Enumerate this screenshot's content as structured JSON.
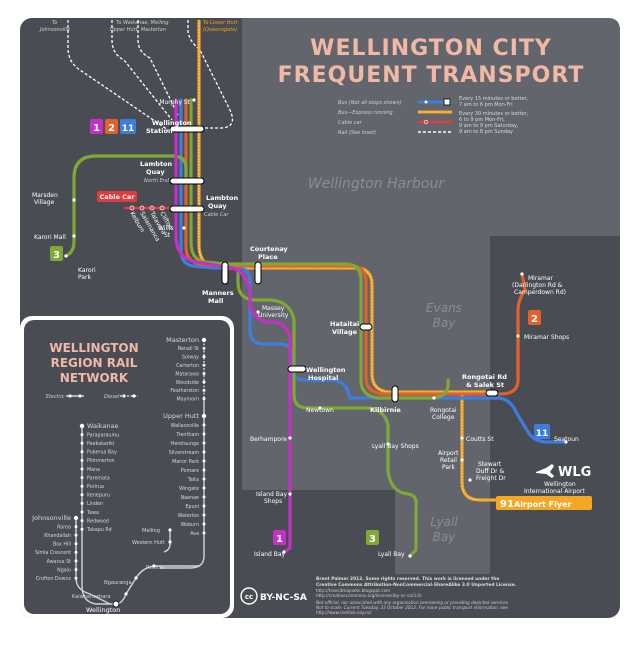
{
  "title": {
    "line1": "WELLINGTON CITY",
    "line2": "FREQUENT TRANSPORT"
  },
  "colors": {
    "background": "#4a4c53",
    "sea": "#62656c",
    "title": "#f2b8a6",
    "route1": "#c431c4",
    "route2": "#e0622a",
    "route3": "#7fa834",
    "route11": "#3d7de0",
    "express": "#f0a21c",
    "cable": "#e33b3b",
    "airport_flyer": "#f5a623"
  },
  "routes": [
    {
      "id": "route-1",
      "label": "1"
    },
    {
      "id": "route-2",
      "label": "2"
    },
    {
      "id": "route-11",
      "label": "11"
    },
    {
      "id": "route-3",
      "label": "3"
    }
  ],
  "legend": {
    "bus": "Bus (Not all stops shown)",
    "express": "Bus—Express running",
    "cable": "Cable car",
    "rail": "Rail (See inset)",
    "freq1a": "Every 15 minutes or better,",
    "freq1b": "7 am to 6 pm Mon-Fri",
    "freq2a": "Every 30 minutes or better,",
    "freq2b": "6 to 9 pm Mon-Fri,",
    "freq2c": "9 am to 9 pm Saturday,",
    "freq2d": "9 am to 8 pm Sunday"
  },
  "harbours": {
    "wellington": "Wellington Harbour",
    "evans1": "Evans",
    "evans2": "Bay",
    "lyall1": "Lyall",
    "lyall2": "Bay"
  },
  "top_arrows": {
    "johnsonville1": "To",
    "johnsonville2": "Johnsonville",
    "waikanae1": "To Waikanae, Melling",
    "waikanae2": "Upper Hutt, Masterton",
    "lowerhutt1": "To Lower Hutt",
    "lowerhutt2": "(Queensgate)"
  },
  "stops": {
    "murphy": "Murphy St",
    "station1": "Wellington",
    "station2": "Station",
    "lambton_north1": "Lambton",
    "lambton_north2": "Quay",
    "lambton_north3": "North End",
    "lambton_quay1": "Lambton",
    "lambton_quay2": "Quay",
    "lambton_quay3": "Cable Car",
    "marsden1": "Marsden",
    "marsden2": "Village",
    "karori_mall": "Karori Mall",
    "karori_park1": "Karori",
    "karori_park2": "Park",
    "cable_car": "Cable Car",
    "kelburn": "Kelburn",
    "salamanca": "Salamanca",
    "talavera": "Talavera",
    "clifton": "Clifton",
    "willis1": "Willis",
    "willis2": "St",
    "courtenay1": "Courtenay",
    "courtenay2": "Place",
    "manners1": "Manners",
    "manners2": "Mall",
    "massey1": "Massey",
    "massey2": "University",
    "hataitai1": "Hataitai",
    "hataitai2": "Village",
    "hospital1": "Wellington",
    "hospital2": "Hospital",
    "newtown": "Newtown",
    "kilbirnie": "Kilbirnie",
    "rongotai_college1": "Rongotai",
    "rongotai_college2": "College",
    "rongotai_rd1": "Rongotai Rd",
    "rongotai_rd2": "& Salek St",
    "berhampore": "Berhampore",
    "lyall_bay_shops": "Lyall Bay Shops",
    "coutts": "Coutts St",
    "airport_retail1": "Airport",
    "airport_retail2": "Retail",
    "airport_retail3": "Park",
    "stewart1": "Stewart",
    "stewart2": "Duff Dr &",
    "stewart3": "Freight Dr",
    "seatoun": "Seatoun",
    "miramar1": "Miramar",
    "miramar2": "(Darlington Rd &",
    "miramar3": "Camperdown Rd)",
    "miramar_shops": "Miramar Shops",
    "island_bay_shops1": "Island Bay",
    "island_bay_shops2": "Shops",
    "island_bay": "Island Bay",
    "lyall_bay": "Lyall Bay"
  },
  "airport": {
    "code": "WLG",
    "name1": "Wellington",
    "name2": "International Airport",
    "flyer_number": "91",
    "flyer_name": "Airport Flyer"
  },
  "rail_inset": {
    "title1": "WELLINGTON",
    "title2": "REGION RAIL",
    "title3": "NETWORK",
    "electric": "Electric",
    "diesel": "Diesel",
    "kapiti": [
      "Waikanae",
      "Paraparaumu",
      "Paekakariki",
      "Pukerua Bay",
      "Plimmerton",
      "Mana",
      "Paremata",
      "Porirua",
      "Kenepuru",
      "Linden",
      "Tawa",
      "Redwood",
      "Takapu Rd"
    ],
    "johnsonville": [
      "Johnsonville",
      "Raroa",
      "Khandallah",
      "Box Hill",
      "Simla Crescent",
      "Awarua St",
      "Ngaio",
      "Crofton Downs"
    ],
    "wairarapa": [
      "Masterton",
      "Renall St",
      "Solway",
      "Carterton",
      "Matarawa",
      "Woodside",
      "Featherston",
      "Maymorn"
    ],
    "hutt": [
      "Upper Hutt",
      "Wallaceville",
      "Trentham",
      "Heretaunga",
      "Silverstream",
      "Manor Park",
      "Pomare",
      "Taita",
      "Wingate",
      "Naenae",
      "Epuni",
      "Waterloo",
      "Woburn",
      "Ava"
    ],
    "melling": "Melling",
    "western_hutt": "Western Hutt",
    "petone": "Petone",
    "ngauranga": "Ngauranga",
    "kaiwharawhara": "Kaiwharawhara",
    "wellington": "Wellington"
  },
  "license": {
    "by": "BY-NC-SA",
    "l1": "Brent Palmer 2012. Some rights reserved. This work is licensed under the",
    "l2": "Creative Commons Attribution-NonCommercial-ShareAlike 3.0 Unported License.",
    "l3": "http://transitmapsetc.blogspot.com",
    "l4": "http://creativecommons.org/licenses/by-nc-sa/3.0/",
    "l5": "Not official, nor associated with any organisation overseeing or providing depicted services.",
    "l6": "Not to scale. Current Tuesday, 23 October 2012. For more public transport information, see",
    "l7": "http://www.metlink.org.nz/"
  }
}
